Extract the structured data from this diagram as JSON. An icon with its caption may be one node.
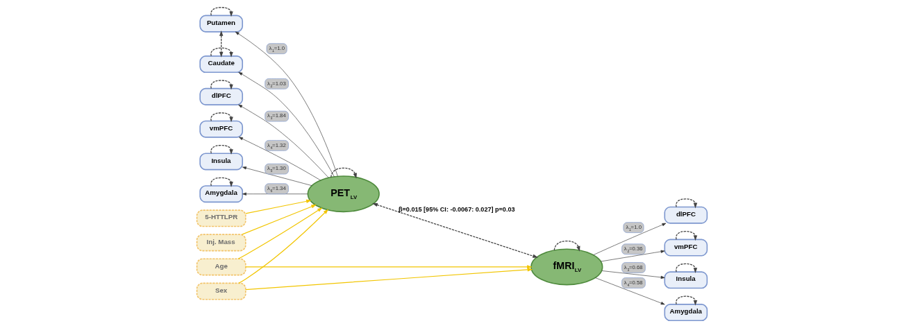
{
  "diagram": {
    "nodes": [
      {
        "text": [
          "PET$_{LV}$"
        ]
      },
      {
        "text": [
          "fMRI$_{LV}$"
        ]
      },
      {
        "text": [
          "Putamen"
        ]
      },
      {
        "text": [
          "Caudate"
        ]
      },
      {
        "text": [
          "dlPFC"
        ]
      },
      {
        "text": [
          "vmPFC"
        ]
      },
      {
        "text": [
          "Insula"
        ]
      },
      {
        "text": [
          "Amygdala"
        ]
      },
      {
        "text": [
          "dlPFC"
        ]
      },
      {
        "text": [
          "vmPFC"
        ]
      },
      {
        "text": [
          "Insula"
        ]
      },
      {
        "text": [
          "Amygdala"
        ]
      },
      {
        "text": [
          "5-HTTLPR"
        ]
      },
      {
        "text": [
          "Inj. Mass"
        ]
      },
      {
        "text": [
          "Age"
        ]
      },
      {
        "text": [
          "Sex"
        ]
      }
    ],
    "edges": [
      {
        "from": 0,
        "to": 2,
        "arrow": "to",
        "label": "λ$_{1}$=1.0"
      },
      {
        "from": 0,
        "to": 3,
        "arrow": "to",
        "label": "λ$_{2}$=1.03"
      },
      {
        "from": 0,
        "to": 4,
        "arrow": "to",
        "label": "λ$_{3}$=1.84"
      },
      {
        "from": 0,
        "to": 5,
        "arrow": "to",
        "label": "λ$_{4}$=1.32"
      },
      {
        "from": 0,
        "to": 6,
        "arrow": "to",
        "label": "λ$_{5}$=1.30"
      },
      {
        "from": 0,
        "to": 7,
        "arrow": "to",
        "label": "λ$_{6}$=1.34"
      },
      {
        "from": 1,
        "to": 8,
        "arrow": "to",
        "label": "λ$_{1}$=1.0"
      },
      {
        "from": 1,
        "to": 9,
        "arrow": "to",
        "label": "λ$_{2}$=0.36"
      },
      {
        "from": 1,
        "to": 10,
        "arrow": "to",
        "label": "λ$_{3}$=0.68"
      },
      {
        "from": 1,
        "to": 11,
        "arrow": "to",
        "label": "λ$_{4}$=0.58"
      },
      {
        "from": 2,
        "to": 2,
        "arrow": "to",
        "style": "dashed"
      },
      {
        "from": 3,
        "to": 3,
        "arrow": "to",
        "style": "dashed"
      },
      {
        "from": 4,
        "to": 4,
        "arrow": "to",
        "style": "dashed"
      },
      {
        "from": 5,
        "to": 5,
        "arrow": "to",
        "style": "dashed"
      },
      {
        "from": 6,
        "to": 6,
        "arrow": "to",
        "style": "dashed"
      },
      {
        "from": 7,
        "to": 7,
        "arrow": "to",
        "style": "dashed"
      },
      {
        "from": 8,
        "to": 8,
        "arrow": "to",
        "style": "dashed"
      },
      {
        "from": 9,
        "to": 9,
        "arrow": "to",
        "style": "dashed"
      },
      {
        "from": 10,
        "to": 10,
        "arrow": "to",
        "style": "dashed"
      },
      {
        "from": 11,
        "to": 11,
        "arrow": "to",
        "style": "dashed"
      },
      {
        "from": 0,
        "to": 0,
        "arrow": "to",
        "style": "dashed"
      },
      {
        "from": 1,
        "to": 1,
        "arrow": "to",
        "style": "dashed"
      },
      {
        "from": 2,
        "to": 3,
        "arrow": "both",
        "style": "dashed"
      },
      {
        "from": 0,
        "to": 1,
        "arrow": "both",
        "style": "dashed",
        "label": "β=0.015 [95% CI: -0.0067: 0.027] p=0.03"
      },
      {
        "from": 12,
        "to": 0,
        "arrow": "to",
        "color": "#f2c500"
      },
      {
        "from": 13,
        "to": 0,
        "arrow": "to",
        "color": "#f2c500"
      },
      {
        "from": 14,
        "to": 0,
        "arrow": "to",
        "color": "#f2c500"
      },
      {
        "from": 15,
        "to": 0,
        "arrow": "to",
        "color": "#f2c500"
      },
      {
        "from": 14,
        "to": 1,
        "arrow": "to",
        "color": "#f2c500"
      },
      {
        "from": 15,
        "to": 1,
        "arrow": "to",
        "color": "#f2c500"
      }
    ]
  }
}
